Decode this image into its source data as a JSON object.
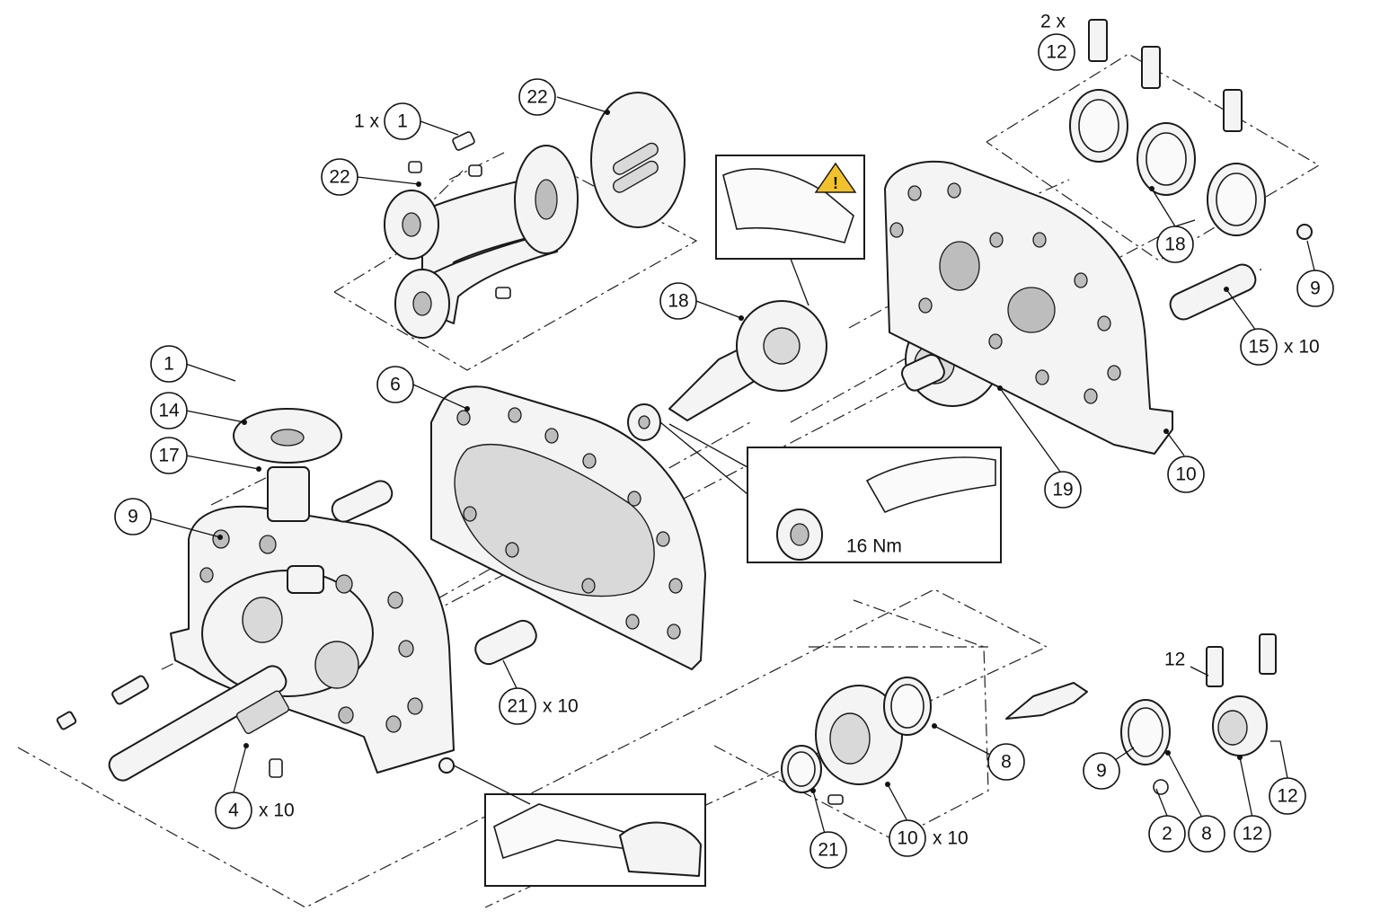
{
  "callouts": [
    {
      "id": "c1-top",
      "number": "1",
      "prefix": "1 x",
      "suffix": ""
    },
    {
      "id": "c22-left",
      "number": "22",
      "prefix": "",
      "suffix": ""
    },
    {
      "id": "c22-top",
      "number": "22",
      "prefix": "",
      "suffix": ""
    },
    {
      "id": "c1-left",
      "number": "1",
      "prefix": "",
      "suffix": ""
    },
    {
      "id": "c14",
      "number": "14",
      "prefix": "",
      "suffix": ""
    },
    {
      "id": "c17",
      "number": "17",
      "prefix": "",
      "suffix": ""
    },
    {
      "id": "c9-left",
      "number": "9",
      "prefix": "",
      "suffix": ""
    },
    {
      "id": "c6",
      "number": "6",
      "prefix": "",
      "suffix": ""
    },
    {
      "id": "c18-mid",
      "number": "18",
      "prefix": "",
      "suffix": ""
    },
    {
      "id": "c19",
      "number": "19",
      "prefix": "",
      "suffix": ""
    },
    {
      "id": "c10-right",
      "number": "10",
      "prefix": "",
      "suffix": ""
    },
    {
      "id": "c12-top",
      "number": "12",
      "prefix": "2 x",
      "suffix": ""
    },
    {
      "id": "c18-right",
      "number": "18",
      "prefix": "",
      "suffix": ""
    },
    {
      "id": "c9-right",
      "number": "9",
      "prefix": "",
      "suffix": ""
    },
    {
      "id": "c15",
      "number": "15",
      "prefix": "",
      "suffix": "x 10"
    },
    {
      "id": "c21-mid",
      "number": "21",
      "prefix": "",
      "suffix": "x 10"
    },
    {
      "id": "c4",
      "number": "4",
      "prefix": "",
      "suffix": "x 10"
    },
    {
      "id": "c8-mid",
      "number": "8",
      "prefix": "",
      "suffix": ""
    },
    {
      "id": "c21-bottom",
      "number": "21",
      "prefix": "",
      "suffix": ""
    },
    {
      "id": "c10-bottom",
      "number": "10",
      "prefix": "",
      "suffix": "x 10"
    },
    {
      "id": "c9-br",
      "number": "9",
      "prefix": "",
      "suffix": ""
    },
    {
      "id": "c2",
      "number": "2",
      "prefix": "",
      "suffix": ""
    },
    {
      "id": "c8-br",
      "number": "8",
      "prefix": "",
      "suffix": ""
    },
    {
      "id": "c12-br",
      "number": "12",
      "prefix": "",
      "suffix": ""
    },
    {
      "id": "c12-far",
      "number": "12",
      "prefix": "",
      "suffix": ""
    }
  ],
  "plain_labels": [
    {
      "id": "lbl-12-br",
      "text": "12"
    }
  ],
  "torque_note": "16 Nm",
  "warning_symbol": "!",
  "colors": {
    "line": "#111111",
    "part_fill": "#f4f4f4",
    "shade": "#d9d9d9",
    "warning_fill": "#f2c22e"
  },
  "icons": [
    "warning-triangle-icon"
  ]
}
